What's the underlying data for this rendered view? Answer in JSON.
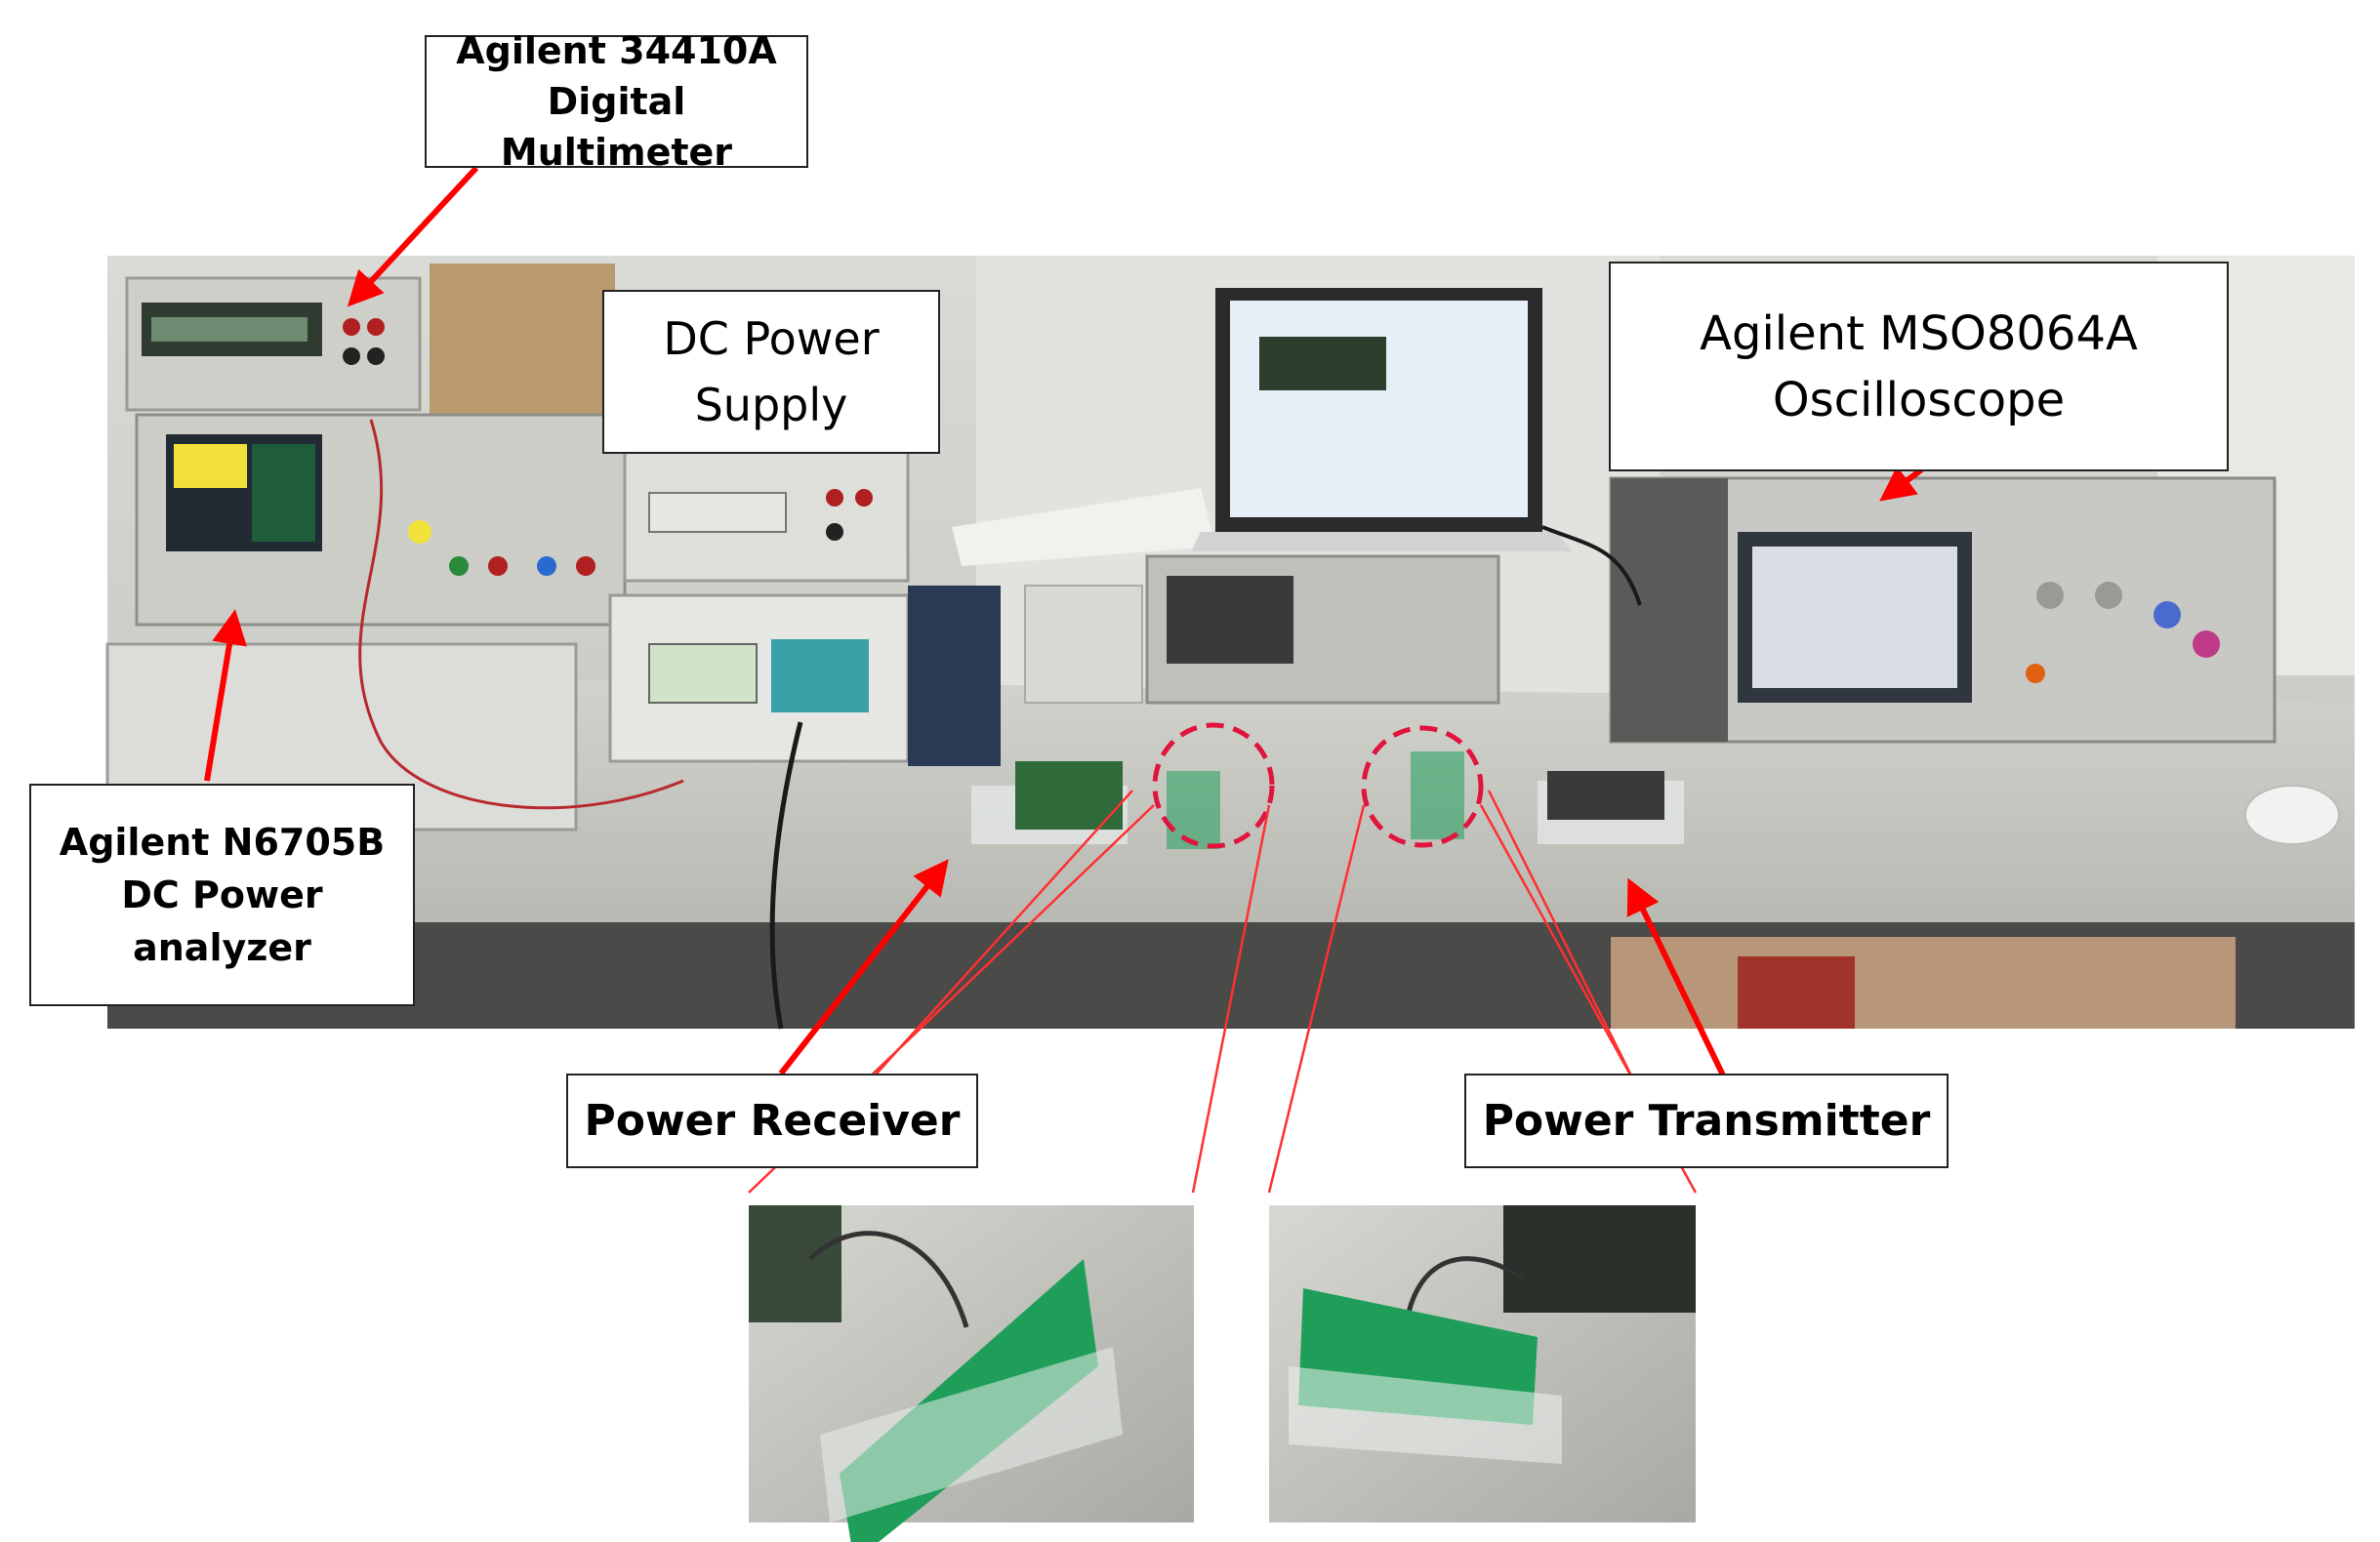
{
  "labels": {
    "multimeter": [
      "Agilent 34410A",
      "Digital Multimeter"
    ],
    "dc_supply": [
      "DC Power",
      "Supply"
    ],
    "oscilloscope": [
      "Agilent MSO8064A",
      "Oscilloscope"
    ],
    "analyzer": [
      "Agilent N6705B",
      "DC Power",
      "analyzer"
    ],
    "receiver": "Power Receiver",
    "transmitter": "Power Transmitter"
  },
  "colors": {
    "arrow": "#ff0000",
    "leader_line": "#ff3030",
    "coil_highlight": "#e0143c",
    "table_top": "#c9c9c4",
    "antenna_pcb": "#1f9e5a"
  }
}
